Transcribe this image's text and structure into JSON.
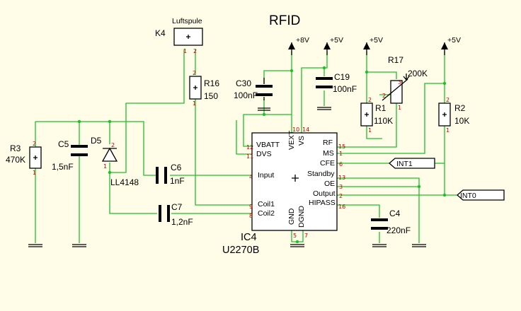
{
  "title": "RFID",
  "components": {
    "k4": {
      "ref": "K4",
      "value": "Luftspule",
      "pin1": "1",
      "pin2": "2"
    },
    "r16": {
      "ref": "R16",
      "value": "150",
      "pin1": "1",
      "pin2": "2"
    },
    "c30": {
      "ref": "C30",
      "value": "100nF"
    },
    "c19": {
      "ref": "C19",
      "value": "100nF"
    },
    "r17": {
      "ref": "R17",
      "value": "200K",
      "pin1": "1",
      "pin2": "2",
      "pin3": "3"
    },
    "r1": {
      "ref": "R1",
      "value": "110K",
      "pin1": "1",
      "pin2": "2"
    },
    "r2": {
      "ref": "R2",
      "value": "10K",
      "pin1": "1",
      "pin2": "2"
    },
    "r3": {
      "ref": "R3",
      "value": "470K",
      "pin1": "1",
      "pin2": "2"
    },
    "c5": {
      "ref": "C5",
      "value": "1,5nF"
    },
    "d5": {
      "ref": "D5",
      "value": "LL4148",
      "pin1": "1",
      "pin2": "2"
    },
    "c6": {
      "ref": "C6",
      "value": "1nF"
    },
    "c7": {
      "ref": "C7",
      "value": "1,2nF"
    },
    "c4": {
      "ref": "C4",
      "value": "220nF"
    }
  },
  "supplies": {
    "p8v": "+8V",
    "p5v_a": "+5V",
    "p5v_b": "+5V",
    "p5v_c": "+5V"
  },
  "ic": {
    "ref": "IC4",
    "part": "U2270B",
    "pins": {
      "vbatt": {
        "name": "VBATT",
        "num": "12"
      },
      "dvs": {
        "name": "DVS",
        "num": "11"
      },
      "vext": {
        "name": "VEXT",
        "num": "10"
      },
      "vs": {
        "name": "VS",
        "num": "14"
      },
      "input": {
        "name": "Input",
        "num": "4"
      },
      "coil1": {
        "name": "Coil1",
        "num": "9"
      },
      "coil2": {
        "name": "Coil2",
        "num": "8"
      },
      "gnd": {
        "name": "GND",
        "num": "5"
      },
      "dgnd": {
        "name": "DGND",
        "num": "7"
      },
      "rf": {
        "name": "RF",
        "num": "15"
      },
      "ms": {
        "name": "MS",
        "num": "1"
      },
      "cfe": {
        "name": "CFE",
        "num": "6"
      },
      "standby": {
        "name": "Standby",
        "num": "13"
      },
      "oe": {
        "name": "OE",
        "num": "3"
      },
      "output": {
        "name": "Output",
        "num": "2"
      },
      "hipass": {
        "name": "HIPASS",
        "num": "16"
      }
    }
  },
  "nets": {
    "int1": "INT1",
    "int0": "INT0"
  }
}
